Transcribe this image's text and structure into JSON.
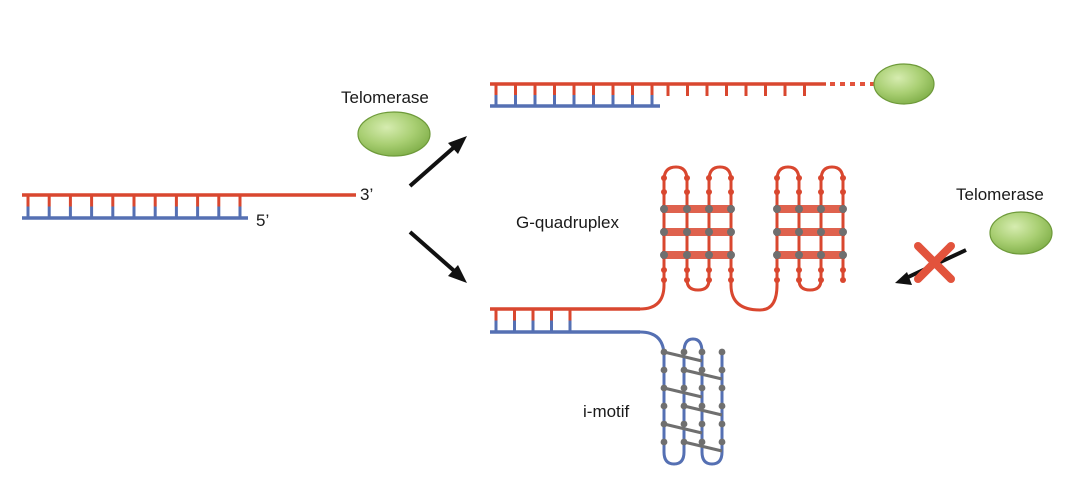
{
  "labels": {
    "telomerase_top": "Telomerase",
    "telomerase_right": "Telomerase",
    "three_prime": "3’",
    "five_prime": "5’",
    "g_quadruplex": "G-quadruplex",
    "i_motif": "i-motif"
  },
  "colors": {
    "strand_g": "#d9472f",
    "strand_c": "#5570b3",
    "node": "#6f6f6f",
    "enzyme_fill": "#a9cf73",
    "enzyme_edge": "#6e9a3a",
    "block_cross": "#e2533c",
    "arrow": "#111111"
  },
  "icons": {
    "telomerase": "green-ellipse",
    "block": "red-x-icon"
  }
}
